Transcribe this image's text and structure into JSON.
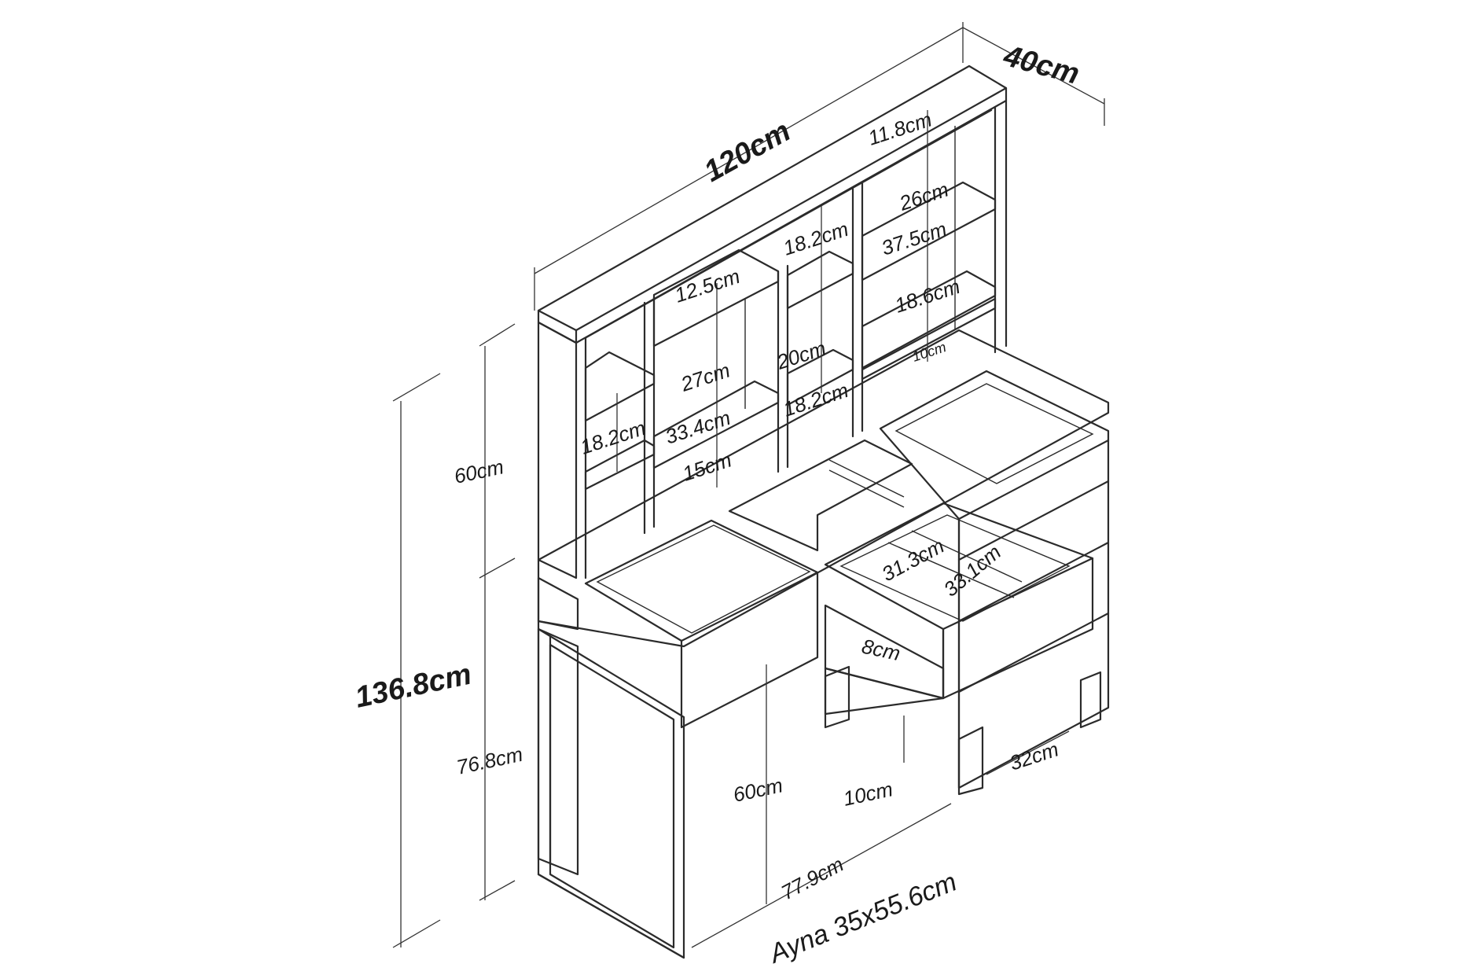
{
  "dimensions": {
    "width": "120cm",
    "depth": "40cm",
    "total_height": "136.8cm",
    "hutch_height": "60cm",
    "desk_height": "76.8cm",
    "top_gap": "11.8cm",
    "shelf_26": "26cm",
    "shelf_37_5": "37.5cm",
    "shelf_18_6": "18.6cm",
    "shelf_10": "10cm",
    "mid_18_2_top": "18.2cm",
    "mid_20": "20cm",
    "mid_18_2_bottom": "18.2cm",
    "left_12_5": "12.5cm",
    "left_27": "27cm",
    "left_33_4": "33.4cm",
    "left_15": "15cm",
    "far_left_18_2": "18.2cm",
    "drawer_31_3": "31.3cm",
    "drawer_33_1": "33.1cm",
    "drawer_8": "8cm",
    "leg_60": "60cm",
    "floor_10": "10cm",
    "cabinet_32": "32cm",
    "knee_77_9": "77.9cm",
    "mirror": "Ayna 35x55.6cm"
  }
}
